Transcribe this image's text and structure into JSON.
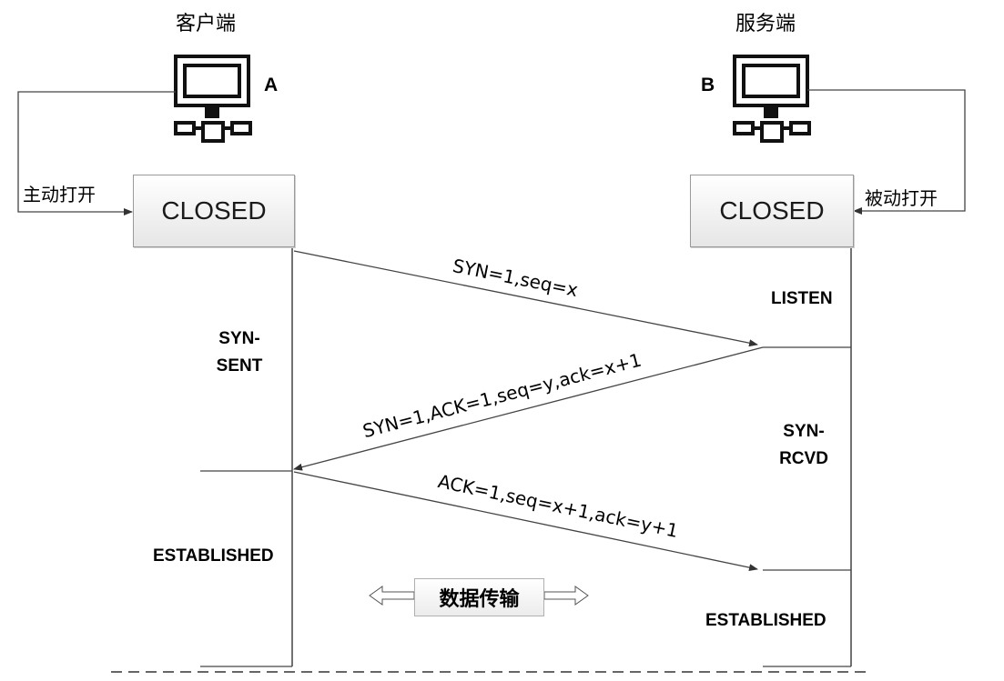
{
  "client": {
    "title": "客户端",
    "letter": "A",
    "open_label": "主动打开",
    "closed_label": "CLOSED"
  },
  "server": {
    "title": "服务端",
    "letter": "B",
    "open_label": "被动打开",
    "closed_label": "CLOSED"
  },
  "states": {
    "listen": "LISTEN",
    "syn_sent": [
      "SYN-",
      "SENT"
    ],
    "syn_rcvd": [
      "SYN-",
      "RCVD"
    ],
    "client_established": "ESTABLISHED",
    "server_established": "ESTABLISHED"
  },
  "messages": {
    "first": "SYN=1,seq=x",
    "second": "SYN=1,ACK=1,seq=y,ack=x+1",
    "third": "ACK=1,seq=x+1,ack=y+1"
  },
  "data_transfer_label": "数据传输",
  "icons": {
    "computer": "computer-icon"
  }
}
